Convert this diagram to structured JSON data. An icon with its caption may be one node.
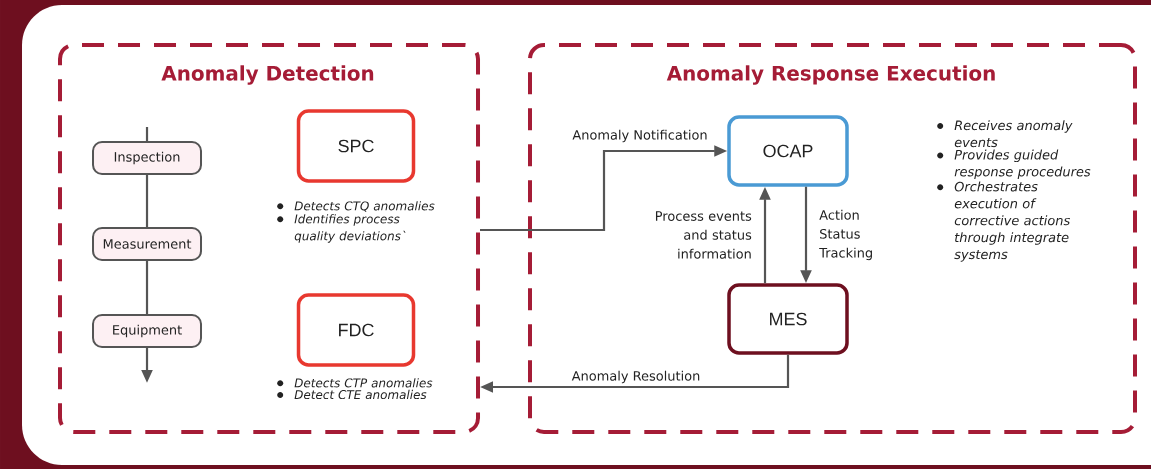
{
  "diagram": {
    "nodes": [
      {
        "text": [
          "Anomaly Detection"
        ]
      },
      {
        "text": [
          "Inspection"
        ],
        "in": 0
      },
      {
        "text": [
          "Measurement"
        ],
        "in": 0
      },
      {
        "text": [
          "Equipment"
        ],
        "in": 0
      },
      {
        "text": [
          "SPC"
        ],
        "in": 0,
        "beside": [
          "Detects CTQ anomalies",
          "Identifies process quality deviations`"
        ]
      },
      {
        "text": [
          "FDC"
        ],
        "in": 0,
        "beside": [
          "Detects CTP anomalies",
          "Detect CTE anomalies"
        ]
      },
      {
        "text": [
          "Anomaly Response Execution"
        ]
      },
      {
        "text": [
          "OCAP"
        ],
        "in": 6
      },
      {
        "text": [
          "MES"
        ],
        "in": 6
      }
    ],
    "edges": [
      {
        "from": null,
        "to": 1,
        "arrow": "none"
      },
      {
        "from": 1,
        "to": 2,
        "arrow": "none"
      },
      {
        "from": 2,
        "to": 3,
        "arrow": "none"
      },
      {
        "from": 3,
        "to": null,
        "arrow": "to"
      },
      {
        "from": 0,
        "to": 7,
        "arrow": "to",
        "label": "Anomaly Notification"
      },
      {
        "from": 8,
        "to": 7,
        "arrow": "to",
        "label": "Process events and status information"
      },
      {
        "from": 7,
        "to": 8,
        "arrow": "to",
        "label": "Action Status Tracking"
      },
      {
        "from": 8,
        "to": 0,
        "arrow": "to",
        "label": "Anomaly Resolution"
      }
    ],
    "labels": [
      "Receives anomaly events",
      "Provides guided response procedures",
      "Orchestrates execution of corrective actions through integrate systems"
    ]
  }
}
